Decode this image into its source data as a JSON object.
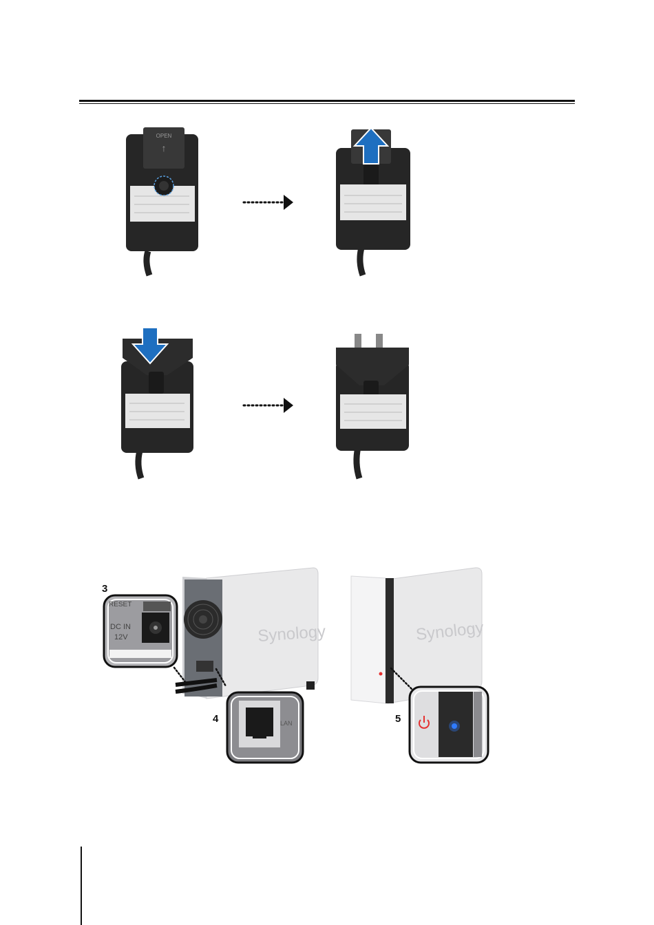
{
  "steps": {
    "s3": "3",
    "s4": "4",
    "s5": "5"
  },
  "adapter": {
    "open_label": "OPEN"
  },
  "nas": {
    "brand": "Synology",
    "reset_label": "RESET",
    "dc_label": "DC IN",
    "volt_label": "12V",
    "lan_label": "LAN"
  },
  "colors": {
    "arrow_blue": "#1e6fc0",
    "power_red": "#e53030",
    "status_blue": "#2f7bff"
  },
  "icons": [
    "dotted-arrow-icon",
    "up-arrow-icon",
    "down-arrow-icon",
    "power-icon"
  ]
}
